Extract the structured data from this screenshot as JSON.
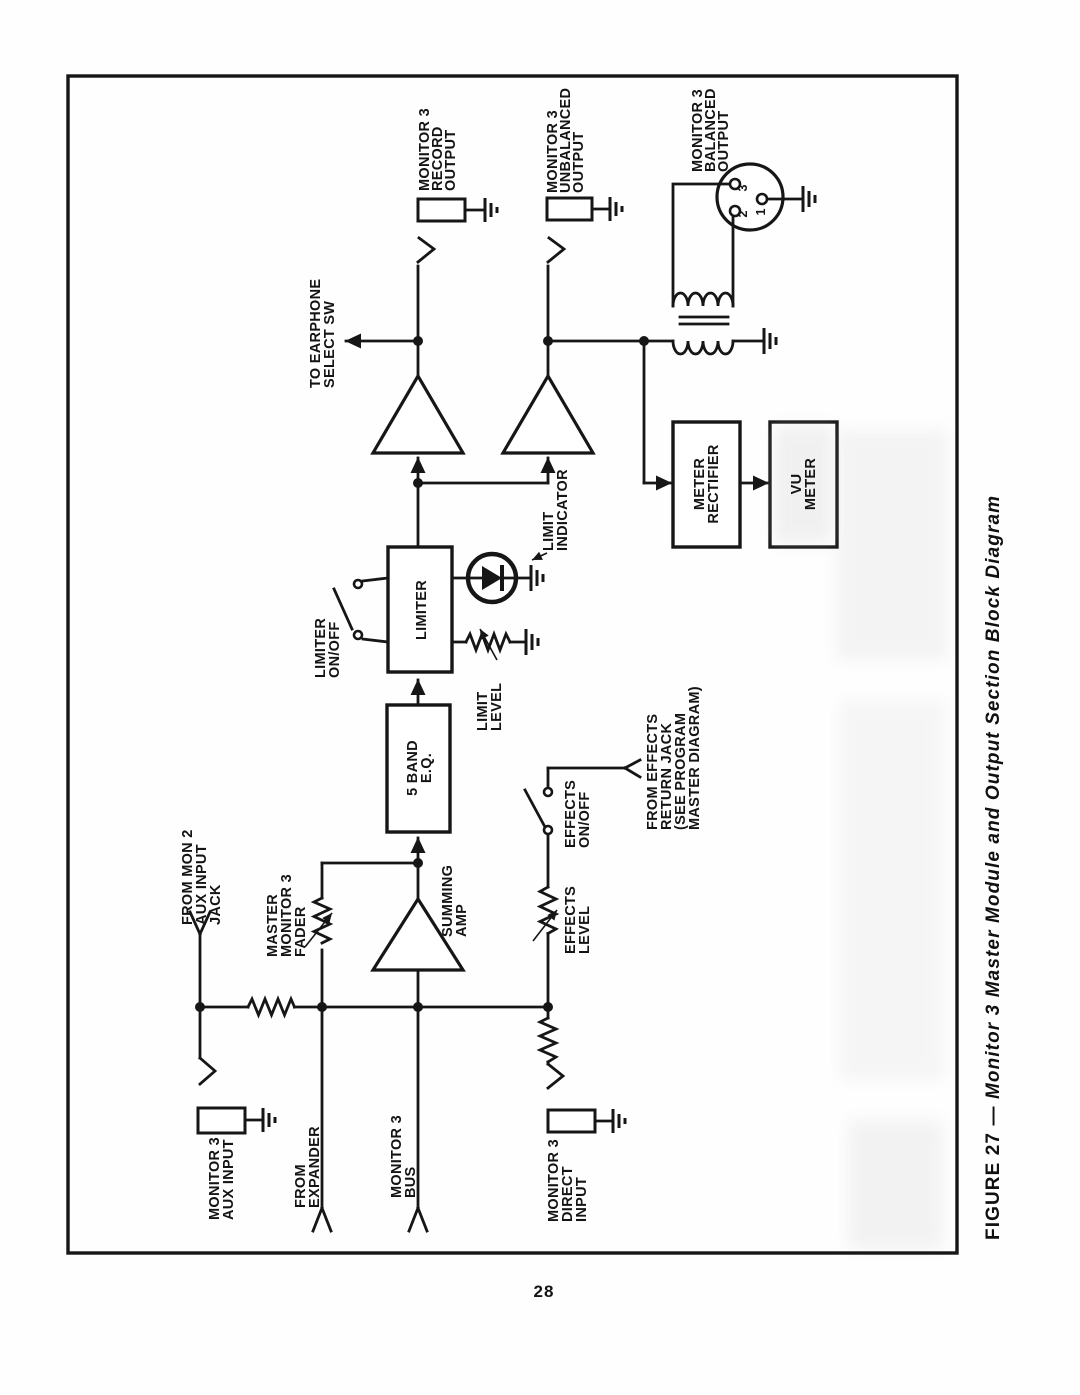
{
  "page_number": "28",
  "caption": {
    "prefix": "FIGURE 27 — ",
    "italic": "Monitor 3 Master Module and Output Section Block Diagram"
  },
  "colors": {
    "ink": "#161616",
    "paper": "#ffffff"
  },
  "labels": {
    "record_output": {
      "lines": [
        "MONITOR 3",
        "RECORD",
        "OUTPUT"
      ]
    },
    "unbalanced_output": {
      "lines": [
        "MONITOR 3",
        "UNBALANCED",
        "OUTPUT"
      ]
    },
    "balanced_output": {
      "lines": [
        "MONITOR 3",
        "BALANCED",
        "OUTPUT"
      ]
    },
    "earphone": {
      "lines": [
        "TO EARPHONE",
        "SELECT SW"
      ]
    },
    "limiter_onoff": {
      "lines": [
        "LIMITER",
        "ON/OFF"
      ]
    },
    "limiter_box": {
      "lines": [
        "LIMITER"
      ]
    },
    "limit_indicator": {
      "lines": [
        "LIMIT",
        "INDICATOR"
      ]
    },
    "limit_level": {
      "lines": [
        "LIMIT",
        "LEVEL"
      ]
    },
    "eq_box": {
      "lines": [
        "5 BAND",
        "E.Q."
      ]
    },
    "meter_rectifier": {
      "lines": [
        "METER",
        "RECTIFIER"
      ]
    },
    "vu_meter": {
      "lines": [
        "VU",
        "METER"
      ]
    },
    "effects_onoff": {
      "lines": [
        "EFFECTS",
        "ON/OFF"
      ]
    },
    "effects_level": {
      "lines": [
        "EFFECTS",
        "LEVEL"
      ]
    },
    "effects_return": {
      "lines": [
        "FROM EFFECTS",
        "RETURN JACK",
        "(SEE PROGRAM",
        "MASTER DIAGRAM)"
      ]
    },
    "summing_amp": {
      "lines": [
        "SUMMING",
        "AMP"
      ]
    },
    "master_fader": {
      "lines": [
        "MASTER",
        "MONITOR 3",
        "FADER"
      ]
    },
    "from_mon2": {
      "lines": [
        "FROM MON 2",
        "AUX INPUT",
        "JACK"
      ]
    },
    "aux_input": {
      "lines": [
        "MONITOR 3",
        "AUX INPUT"
      ]
    },
    "from_expander": {
      "lines": [
        "FROM",
        "EXPANDER"
      ]
    },
    "monitor3_bus": {
      "lines": [
        "MONITOR 3",
        "BUS"
      ]
    },
    "direct_input": {
      "lines": [
        "MONITOR 3",
        "DIRECT",
        "INPUT"
      ]
    },
    "xlr_pin_3": "3",
    "xlr_pin_2": "2",
    "xlr_pin_1": "1"
  }
}
